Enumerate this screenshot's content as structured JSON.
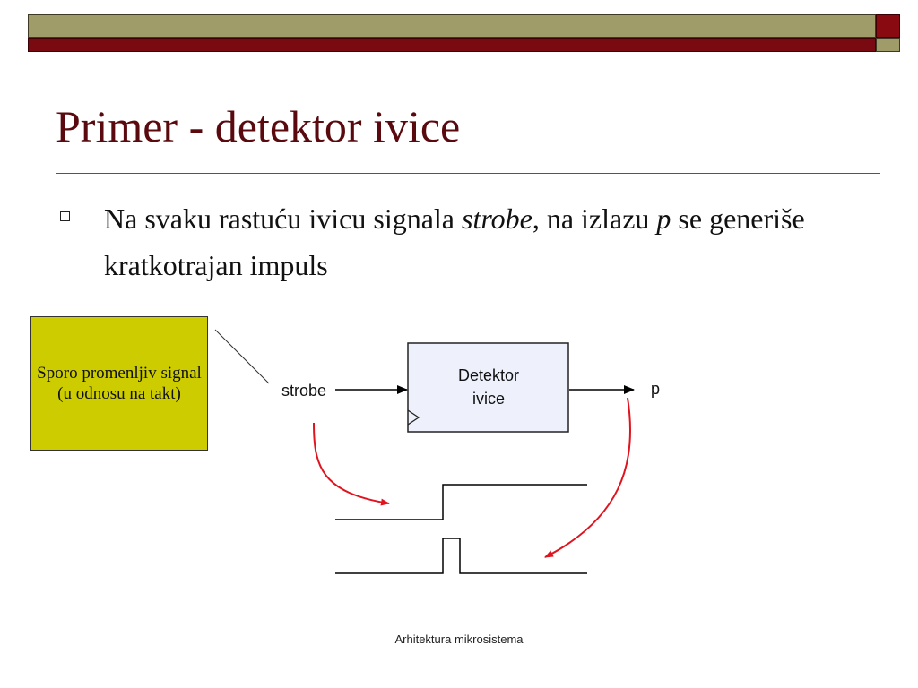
{
  "slide": {
    "title": "Primer - detektor ivice",
    "bullet": {
      "part1": "Na svaku rastuću ivicu signala ",
      "strobe_italic": "strobe",
      "part2": ", na izlazu ",
      "p_italic": "p",
      "part3": " se generiše kratkotrajan impuls"
    },
    "note_box_text": "Sporo promenljiv signal (u odnosu na takt)",
    "footer": "Arhitektura mikrosistema"
  },
  "diagram": {
    "block_line1": "Detektor",
    "block_line2": "ivice",
    "input_label": "strobe",
    "output_label": "p"
  },
  "colors": {
    "title": "#5a0a0e",
    "bar_olive": "#a09c6a",
    "bar_maroon": "#7a0a12",
    "note_box": "#cccc00",
    "block_fill": "#eef1fb",
    "arrow_red": "#e0141e"
  }
}
